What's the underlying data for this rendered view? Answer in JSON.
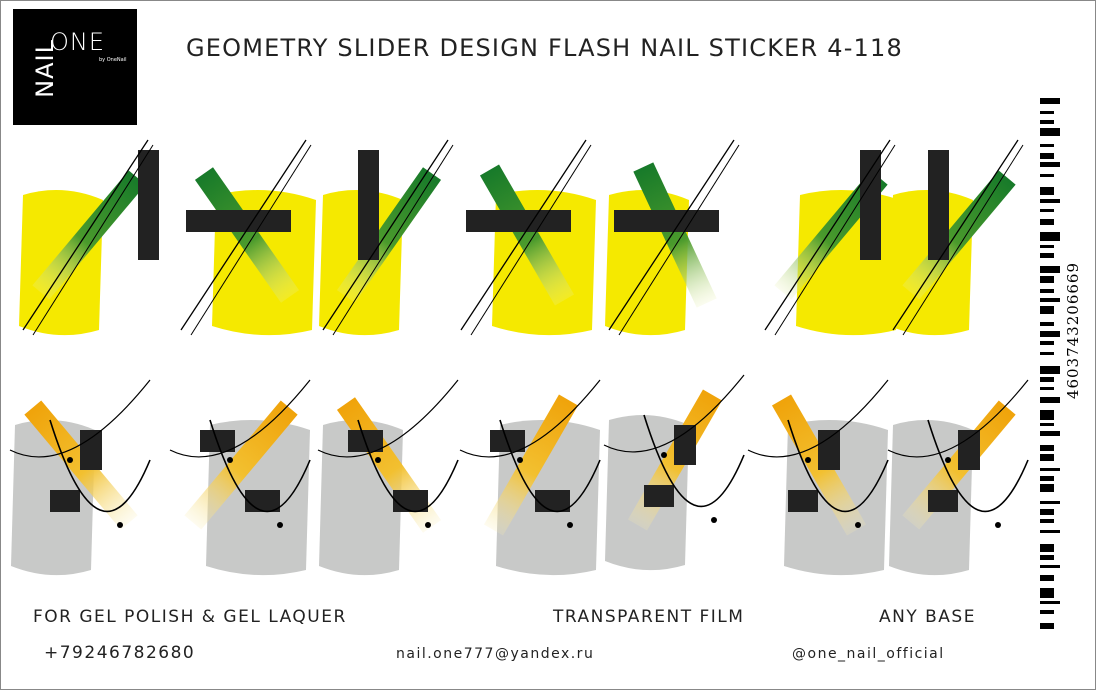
{
  "logo": {
    "line1": "ONE",
    "line2": "NAIL",
    "by": "by OneNail"
  },
  "title": "GEOMETRY SLIDER DESIGN FLASH NAIL STICKER 4-118",
  "barcode_number": "4603743206669",
  "features": [
    "FOR GEL POLISH & GEL LAQUER",
    "TRANSPARENT FILM",
    "ANY BASE"
  ],
  "contacts": {
    "phone": "+79246782680",
    "email": "nail.one777@yandex.ru",
    "instagram": "@one_nail_official"
  },
  "colors": {
    "yellow": "#f5e900",
    "green": "#177a2a",
    "gray": "#c8c9c8",
    "orange": "#f0a30a",
    "black": "#222222"
  }
}
